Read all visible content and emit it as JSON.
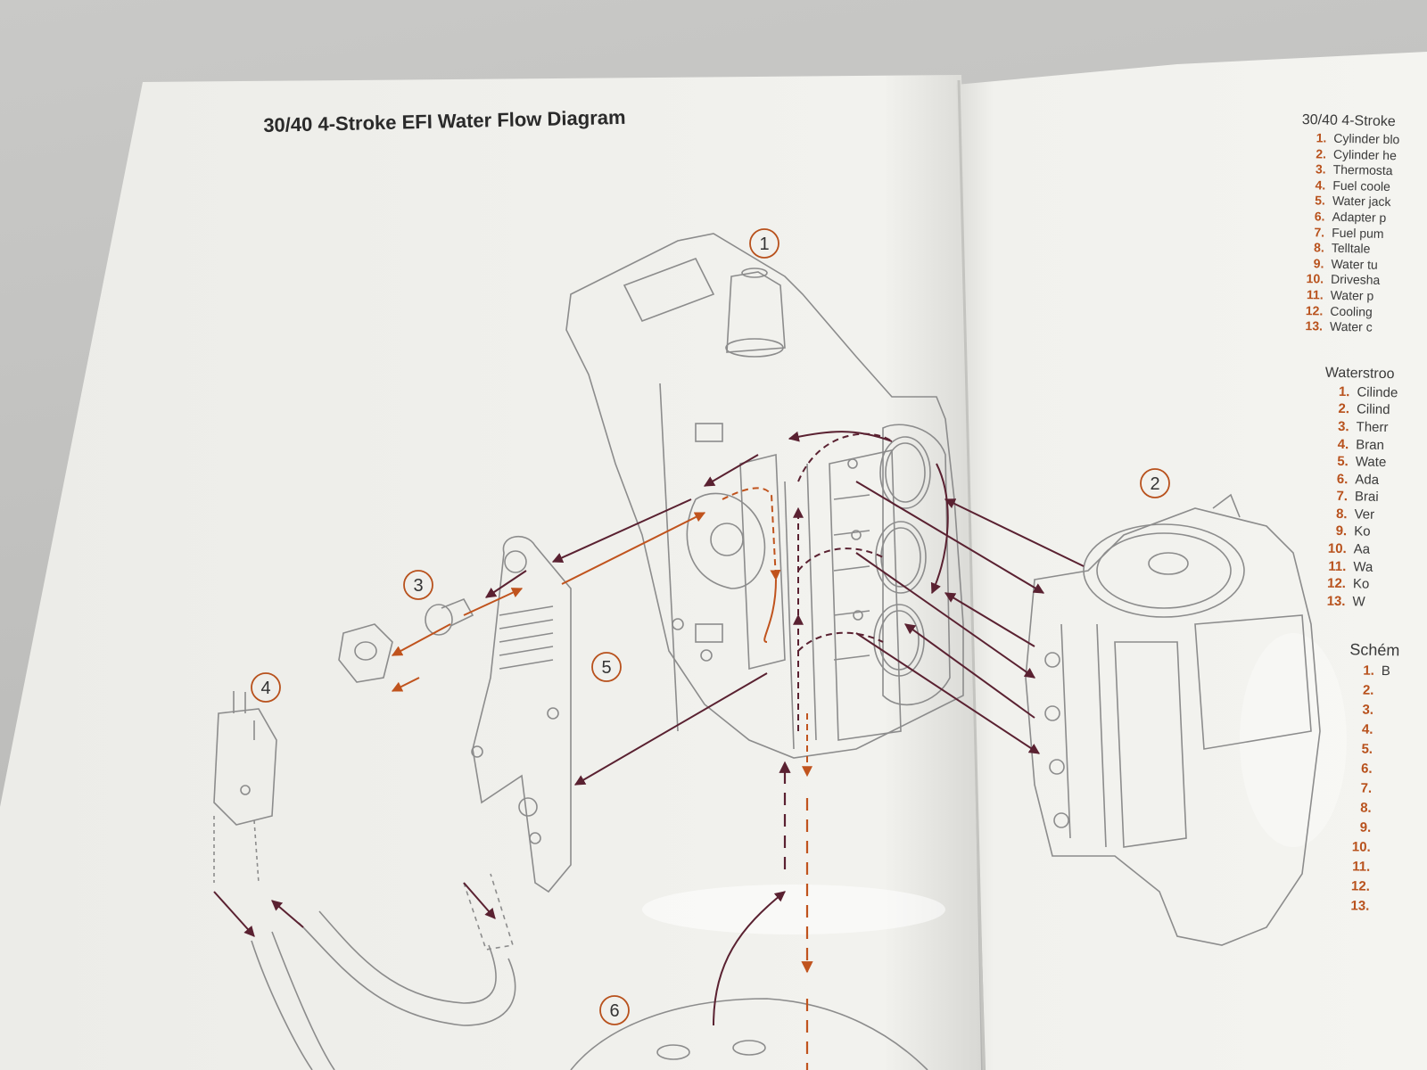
{
  "left_page": {
    "title": "30/40 4-Stroke EFI Water Flow Diagram",
    "callouts": [
      "1",
      "2",
      "3",
      "4",
      "5",
      "6"
    ]
  },
  "right_page": {
    "section_en": {
      "title": "30/40 4-Stroke",
      "items": [
        {
          "num": "1.",
          "text": "Cylinder blo"
        },
        {
          "num": "2.",
          "text": "Cylinder he"
        },
        {
          "num": "3.",
          "text": "Thermosta"
        },
        {
          "num": "4.",
          "text": "Fuel coole"
        },
        {
          "num": "5.",
          "text": "Water jack"
        },
        {
          "num": "6.",
          "text": "Adapter p"
        },
        {
          "num": "7.",
          "text": "Fuel pum"
        },
        {
          "num": "8.",
          "text": "Telltale"
        },
        {
          "num": "9.",
          "text": "Water tu"
        },
        {
          "num": "10.",
          "text": "Drivesha"
        },
        {
          "num": "11.",
          "text": "Water p"
        },
        {
          "num": "12.",
          "text": "Cooling"
        },
        {
          "num": "13.",
          "text": "Water c"
        }
      ]
    },
    "section_nl": {
      "title": "Waterstroo",
      "items": [
        {
          "num": "1.",
          "text": "Cilinde"
        },
        {
          "num": "2.",
          "text": "Cilind"
        },
        {
          "num": "3.",
          "text": "Therr"
        },
        {
          "num": "4.",
          "text": "Bran"
        },
        {
          "num": "5.",
          "text": "Wate"
        },
        {
          "num": "6.",
          "text": "Ada"
        },
        {
          "num": "7.",
          "text": "Brai"
        },
        {
          "num": "8.",
          "text": "Ver"
        },
        {
          "num": "9.",
          "text": "Ko"
        },
        {
          "num": "10.",
          "text": "Aa"
        },
        {
          "num": "11.",
          "text": "Wa"
        },
        {
          "num": "12.",
          "text": "Ko"
        },
        {
          "num": "13.",
          "text": "W"
        }
      ]
    },
    "section_fr": {
      "title": "Schém",
      "items": [
        {
          "num": "1.",
          "text": "B"
        },
        {
          "num": "2.",
          "text": ""
        },
        {
          "num": "3.",
          "text": ""
        },
        {
          "num": "4.",
          "text": ""
        },
        {
          "num": "5.",
          "text": ""
        },
        {
          "num": "6.",
          "text": ""
        },
        {
          "num": "7.",
          "text": ""
        },
        {
          "num": "8.",
          "text": ""
        },
        {
          "num": "9.",
          "text": ""
        },
        {
          "num": "10.",
          "text": ""
        },
        {
          "num": "11.",
          "text": ""
        },
        {
          "num": "12.",
          "text": ""
        },
        {
          "num": "13.",
          "text": ""
        }
      ]
    }
  },
  "colors": {
    "page": "#efefeb",
    "accent_orange": "#c0531d",
    "arrow_maroon": "#5a2131",
    "line_art": "#8a8a8a",
    "text": "#2a2a2a"
  }
}
